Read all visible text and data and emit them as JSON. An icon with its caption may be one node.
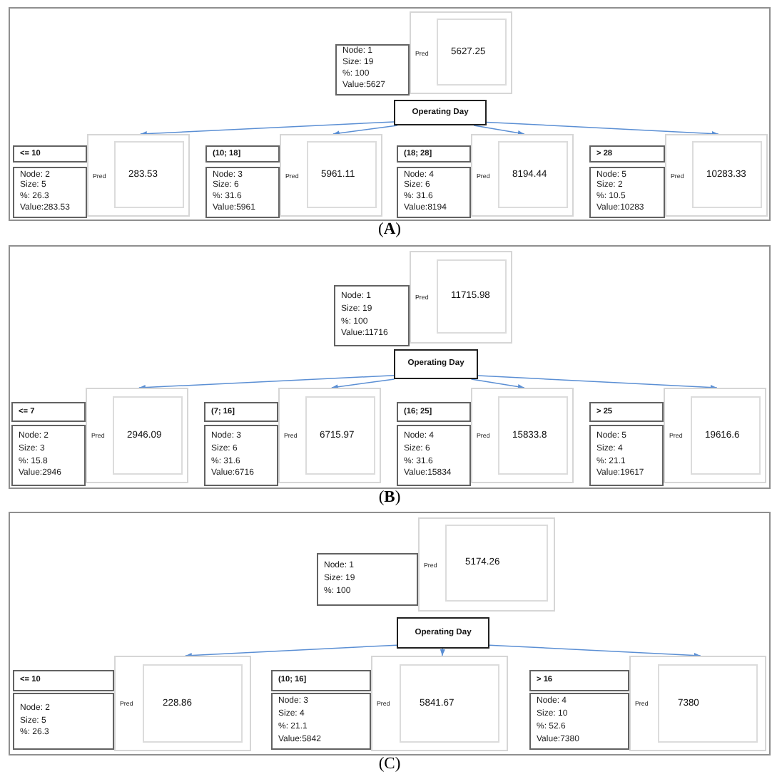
{
  "diagram": {
    "nodes": [
      {
        "text": [
          "(**A**)"
        ]
      },
      {
        "text": [
          "Node: 1",
          "Size: 19",
          "%: 100",
          "Value:5627"
        ],
        "in": 0
      },
      {
        "text": [
          "Pred"
        ],
        "in": 0
      },
      {
        "text": [
          "5627.25"
        ],
        "in": 2
      },
      {
        "text": [
          "Operating Day"
        ],
        "in": 0
      },
      {
        "text": [
          "<= 10"
        ],
        "in": 0
      },
      {
        "text": [
          "Node: 2",
          "Size: 5",
          "%: 26.3",
          "Value:283.53"
        ],
        "in": 0
      },
      {
        "text": [
          "Pred"
        ],
        "in": 0
      },
      {
        "text": [
          "283.53"
        ],
        "in": 7
      },
      {
        "text": [
          "(10; 18]"
        ],
        "in": 0
      },
      {
        "text": [
          "Node: 3",
          "Size: 6",
          "%: 31.6",
          "Value:5961"
        ],
        "in": 0
      },
      {
        "text": [
          "Pred"
        ],
        "in": 0
      },
      {
        "text": [
          "5961.11"
        ],
        "in": 11
      },
      {
        "text": [
          "(18; 28]"
        ],
        "in": 0
      },
      {
        "text": [
          "Node: 4",
          "Size: 6",
          "%: 31.6",
          "Value:8194"
        ],
        "in": 0
      },
      {
        "text": [
          "Pred"
        ],
        "in": 0
      },
      {
        "text": [
          "8194.44"
        ],
        "in": 15
      },
      {
        "text": [
          "> 28"
        ],
        "in": 0
      },
      {
        "text": [
          "Node: 5",
          "Size: 2",
          "%: 10.5",
          "Value:10283"
        ],
        "in": 0
      },
      {
        "text": [
          "Pred"
        ],
        "in": 0
      },
      {
        "text": [
          "10283.33"
        ],
        "in": 19
      },
      {
        "text": [
          "(**B**)"
        ]
      },
      {
        "text": [
          "Node: 1",
          "Size: 19",
          "%: 100",
          "Value:11716"
        ],
        "in": 21
      },
      {
        "text": [
          "Pred"
        ],
        "in": 21
      },
      {
        "text": [
          "11715.98"
        ],
        "in": 23
      },
      {
        "text": [
          "Operating Day"
        ],
        "in": 21
      },
      {
        "text": [
          "<= 7"
        ],
        "in": 21
      },
      {
        "text": [
          "Node: 2",
          "Size: 3",
          "%: 15.8",
          "Value:2946"
        ],
        "in": 21
      },
      {
        "text": [
          "Pred"
        ],
        "in": 21
      },
      {
        "text": [
          "2946.09"
        ],
        "in": 28
      },
      {
        "text": [
          "(7; 16]"
        ],
        "in": 21
      },
      {
        "text": [
          "Node: 3",
          "Size: 6",
          "%: 31.6",
          "Value:6716"
        ],
        "in": 21
      },
      {
        "text": [
          "Pred"
        ],
        "in": 21
      },
      {
        "text": [
          "6715.97"
        ],
        "in": 32
      },
      {
        "text": [
          "(16; 25]"
        ],
        "in": 21
      },
      {
        "text": [
          "Node: 4",
          "Size: 6",
          "%: 31.6",
          "Value:15834"
        ],
        "in": 21
      },
      {
        "text": [
          "Pred"
        ],
        "in": 21
      },
      {
        "text": [
          "15833.8"
        ],
        "in": 36
      },
      {
        "text": [
          "> 25"
        ],
        "in": 21
      },
      {
        "text": [
          "Node: 5",
          "Size: 4",
          "%: 21.1",
          "Value:19617"
        ],
        "in": 21
      },
      {
        "text": [
          "Pred"
        ],
        "in": 21
      },
      {
        "text": [
          "19616.6"
        ],
        "in": 40
      },
      {
        "text": [
          "(C)"
        ]
      },
      {
        "text": [
          "Node: 1",
          "Size: 19",
          "%: 100"
        ],
        "in": 42
      },
      {
        "text": [
          "Pred"
        ],
        "in": 42
      },
      {
        "text": [
          "5174.26"
        ],
        "in": 44
      },
      {
        "text": [
          "Operating Day"
        ],
        "in": 42
      },
      {
        "text": [
          "<= 10"
        ],
        "in": 42
      },
      {
        "text": [
          "Node: 2",
          "Size: 5",
          "%: 26.3"
        ],
        "in": 42
      },
      {
        "text": [
          "Pred"
        ],
        "in": 42
      },
      {
        "text": [
          "228.86"
        ],
        "in": 49
      },
      {
        "text": [
          "(10; 16]"
        ],
        "in": 42
      },
      {
        "text": [
          "Node: 3",
          "Size: 4",
          "%: 21.1",
          "Value:5842"
        ],
        "in": 42
      },
      {
        "text": [
          "Pred"
        ],
        "in": 42
      },
      {
        "text": [
          "5841.67"
        ],
        "in": 53
      },
      {
        "text": [
          "> 16"
        ],
        "in": 42
      },
      {
        "text": [
          "Node: 4",
          "Size: 10",
          "%: 52.6",
          "Value:7380"
        ],
        "in": 42
      },
      {
        "text": [
          "Pred"
        ],
        "in": 42
      },
      {
        "text": [
          "7380"
        ],
        "in": 57
      }
    ],
    "edges": [
      {
        "from": 4,
        "to": 7,
        "arrow": "to"
      },
      {
        "from": 4,
        "to": 11,
        "arrow": "to"
      },
      {
        "from": 4,
        "to": 15,
        "arrow": "to"
      },
      {
        "from": 4,
        "to": 19,
        "arrow": "to"
      },
      {
        "from": 25,
        "to": 28,
        "arrow": "to"
      },
      {
        "from": 25,
        "to": 32,
        "arrow": "to"
      },
      {
        "from": 25,
        "to": 36,
        "arrow": "to"
      },
      {
        "from": 25,
        "to": 40,
        "arrow": "to"
      },
      {
        "from": 46,
        "to": 49,
        "arrow": "to"
      },
      {
        "from": 46,
        "to": 53,
        "arrow": "to"
      },
      {
        "from": 46,
        "to": 57,
        "arrow": "to"
      }
    ]
  }
}
